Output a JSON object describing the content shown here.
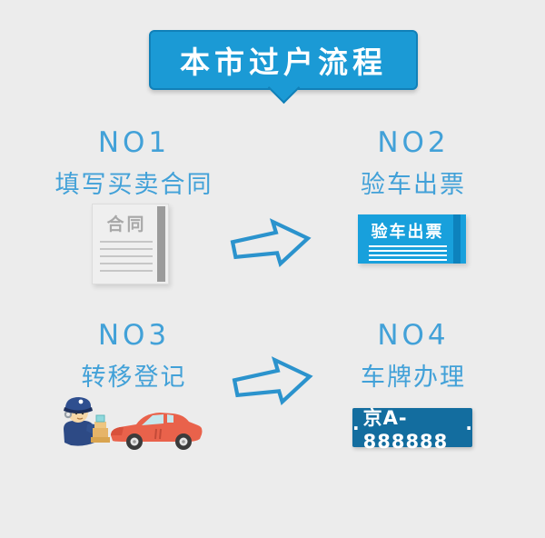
{
  "title": {
    "text": "本市过户流程"
  },
  "steps": [
    {
      "id": "NO1",
      "label": "填写买卖合同",
      "icon": "contract-document",
      "icon_text": "合同"
    },
    {
      "id": "NO2",
      "label": "验车出票",
      "icon": "inspection-ticket",
      "icon_text": "验车出票"
    },
    {
      "id": "NO3",
      "label": "转移登记",
      "icon": "police-officer-and-red-car"
    },
    {
      "id": "NO4",
      "label": "车牌办理",
      "icon": "license-plate",
      "icon_text": "京A-888888",
      "bolt": "·"
    }
  ],
  "colors": {
    "background": "#ececec",
    "banner_blue": "#1b9ad5",
    "banner_border": "#1180b8",
    "step_text_blue": "#42a1d8",
    "arrow_blue": "#2b93cd",
    "ticket_blue": "#18a0dc",
    "ticket_edge_blue": "#0d82bd",
    "plate_blue": "#136d9f",
    "document_gray": "#efefef",
    "car_red": "#e9624b"
  }
}
